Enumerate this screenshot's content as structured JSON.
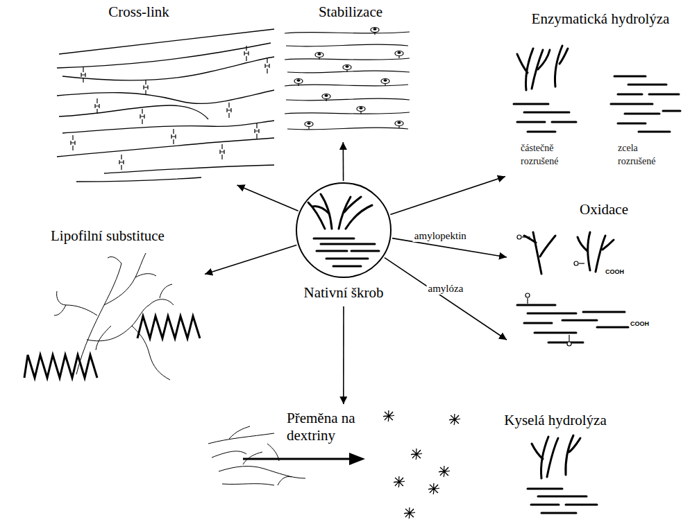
{
  "diagram": {
    "nodes": [
      {
        "text": [
          "Cross-link"
        ]
      },
      {
        "text": [
          "Stabilizace"
        ]
      },
      {
        "text": [
          "Enzymatická hydrolýza",
          "částečně rozrušené",
          "zcela rozrušené"
        ]
      },
      {
        "text": [
          "Oxidace"
        ]
      },
      {
        "text": [
          "Lipofilní substituce"
        ]
      },
      {
        "text": [
          "Nativní škrob"
        ]
      },
      {
        "text": [
          "Přeměna na dextriny"
        ]
      },
      {
        "text": [
          "Kyselá hydrolýza"
        ]
      }
    ],
    "edges": [
      {
        "from": 5,
        "to": 0,
        "arrow": "to"
      },
      {
        "from": 5,
        "to": 1,
        "arrow": "to"
      },
      {
        "from": 5,
        "to": 2,
        "arrow": "to"
      },
      {
        "from": 5,
        "to": 3,
        "arrow": "to",
        "label": "amylopektin"
      },
      {
        "from": 5,
        "to": 3,
        "arrow": "to",
        "label": "amylóza"
      },
      {
        "from": 5,
        "to": 4,
        "arrow": "to"
      },
      {
        "from": 5,
        "to": 6,
        "arrow": "to"
      }
    ],
    "labels": [
      "COOH",
      "COOH"
    ]
  }
}
